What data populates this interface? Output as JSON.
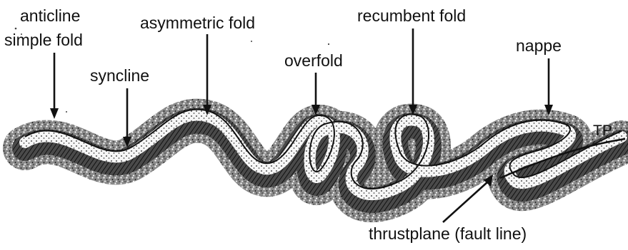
{
  "labels": {
    "anticline": "anticline",
    "simple_fold": "simple fold",
    "syncline": "syncline",
    "asymmetric_fold": "asymmetric fold",
    "overfold": "overfold",
    "recumbent_fold": "recumbent fold",
    "nappe": "nappe",
    "thrustplane": "thrustplane (fault line)",
    "tp": "TP"
  },
  "colors": {
    "ink": "#111111",
    "speckled_layer": "#6e6e6e",
    "dark_layer": "#3a3a3a",
    "light_layer": "#f2f2f2"
  }
}
